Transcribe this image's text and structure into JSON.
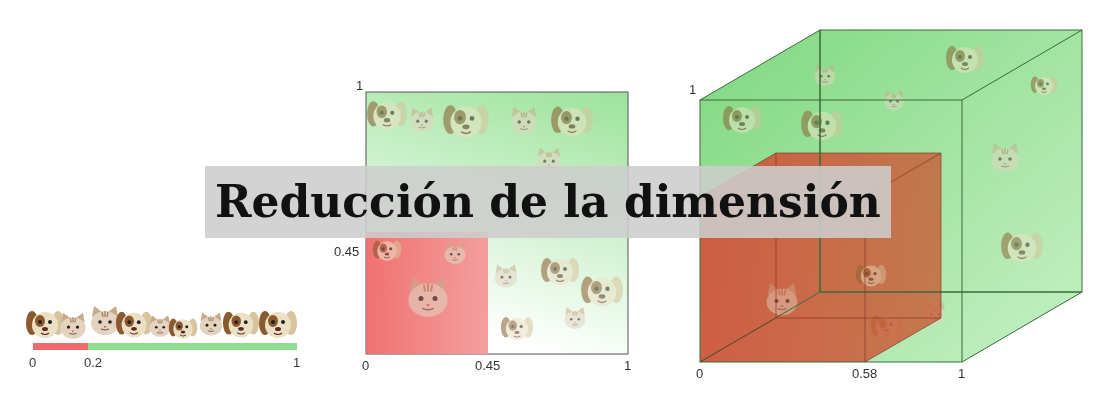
{
  "diagram": {
    "title": "Reducción de la dimensión",
    "labels": [
      "0",
      "0.2",
      "1",
      "1",
      "0.45",
      "0",
      "0.45",
      "1",
      "1",
      "0",
      "0.58",
      "1"
    ]
  }
}
